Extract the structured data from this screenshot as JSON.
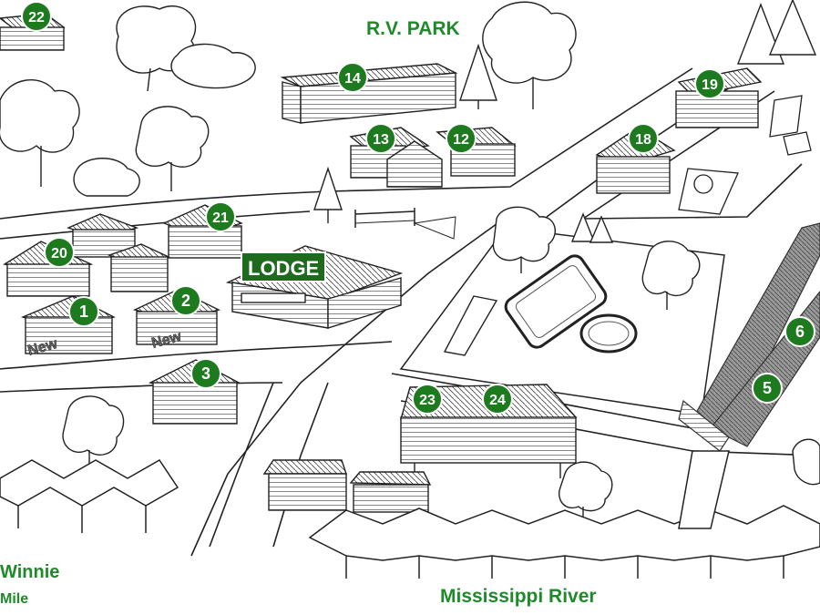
{
  "map": {
    "labels": {
      "rv_park": "R.V. PARK",
      "lodge": "LODGE",
      "winnie": "Winnie",
      "mile": "Mile",
      "river": "Mississippi River",
      "new_1": "New",
      "new_2": "New"
    },
    "markers": [
      "22",
      "14",
      "13",
      "12",
      "19",
      "18",
      "21",
      "20",
      "1",
      "2",
      "3",
      "23",
      "24",
      "6",
      "5"
    ],
    "colors": {
      "marker_fill": "#1e7a1e",
      "label_green": "#1f8a2a",
      "lodge_bg": "#1e6b1e",
      "ink": "#222222"
    }
  }
}
